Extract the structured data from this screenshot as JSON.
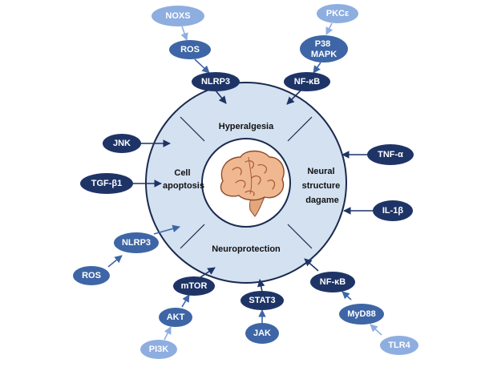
{
  "colors": {
    "ring_fill": "#d3e1f1",
    "ring_stroke": "#1b2a4e",
    "inner_fill": "#ffffff",
    "level_dark": "#1f3466",
    "level_mid": "#3e66a6",
    "level_light": "#8eaee0",
    "text_dark": "#ffffff",
    "text_light": "#ffffff",
    "arrow_dark": "#1f3466",
    "arrow_mid": "#3e66a6",
    "arrow_light": "#8eaee0"
  },
  "segments": {
    "top": "Hyperalgesia",
    "left": [
      "Cell",
      "apoptosis"
    ],
    "right": [
      "Neural",
      "structure",
      "dagame"
    ],
    "bottom": "Neuroprotection"
  },
  "center_icon": "brain-icon",
  "nodes": [
    {
      "id": "noxs",
      "label": "NOXS",
      "level": "light"
    },
    {
      "id": "ros-top",
      "label": "ROS",
      "level": "mid"
    },
    {
      "id": "nlrp3-top",
      "label": "NLRP3",
      "level": "dark"
    },
    {
      "id": "pkce",
      "label": "PKCε",
      "level": "light"
    },
    {
      "id": "p38",
      "label": [
        "P38",
        "MAPK"
      ],
      "level": "mid"
    },
    {
      "id": "nfkb-top",
      "label": "NF-κB",
      "level": "dark"
    },
    {
      "id": "jnk",
      "label": "JNK",
      "level": "dark"
    },
    {
      "id": "tgf",
      "label": "TGF-β1",
      "level": "dark"
    },
    {
      "id": "tnf",
      "label": "TNF-α",
      "level": "dark"
    },
    {
      "id": "il1b",
      "label": "IL-1β",
      "level": "dark"
    },
    {
      "id": "nlrp3-left",
      "label": "NLRP3",
      "level": "mid"
    },
    {
      "id": "ros-left",
      "label": "ROS",
      "level": "mid"
    },
    {
      "id": "mtor",
      "label": "mTOR",
      "level": "dark"
    },
    {
      "id": "akt",
      "label": "AKT",
      "level": "mid"
    },
    {
      "id": "pi3k",
      "label": "PI3K",
      "level": "light"
    },
    {
      "id": "stat3",
      "label": "STAT3",
      "level": "dark"
    },
    {
      "id": "jak",
      "label": "JAK",
      "level": "mid"
    },
    {
      "id": "nfkb-bot",
      "label": "NF-κB",
      "level": "dark"
    },
    {
      "id": "myd88",
      "label": "MyD88",
      "level": "mid"
    },
    {
      "id": "tlr4",
      "label": "TLR4",
      "level": "light"
    }
  ]
}
